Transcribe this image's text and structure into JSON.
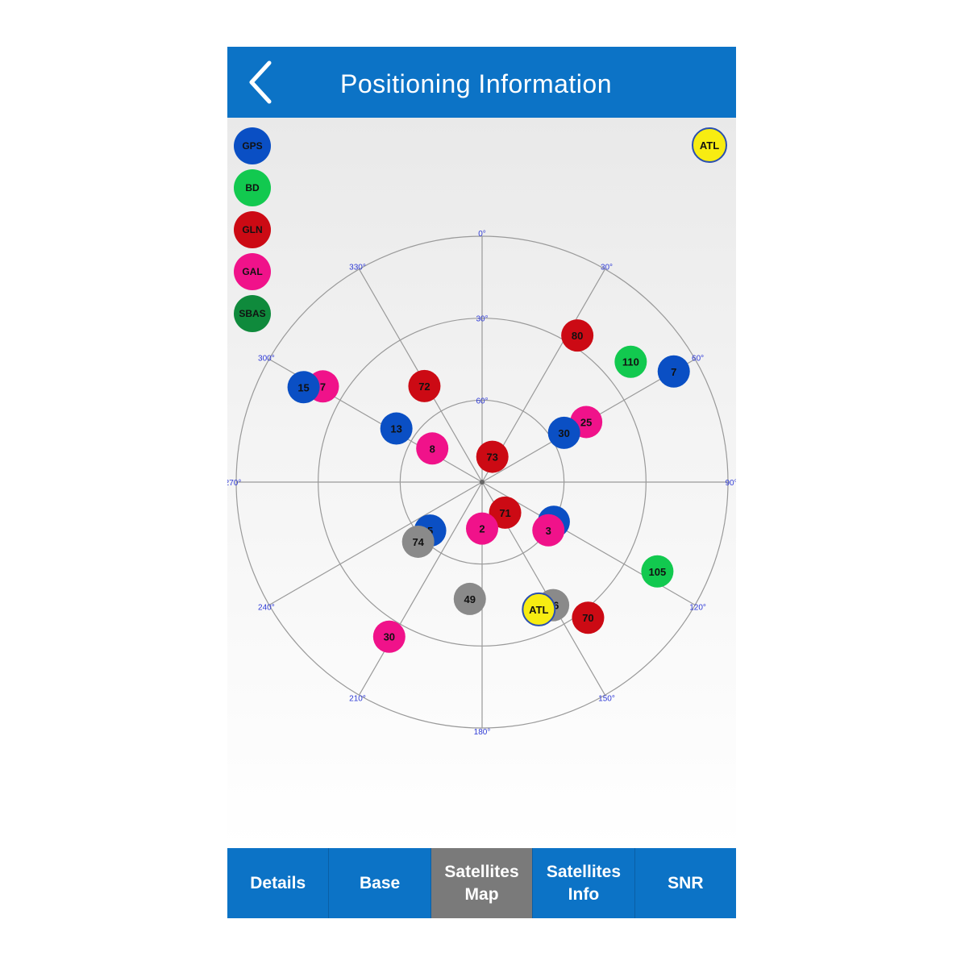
{
  "header": {
    "title": "Positioning Information",
    "back_icon": "chevron-left-icon"
  },
  "legend": [
    {
      "label": "GPS",
      "color": "#0a4fc4"
    },
    {
      "label": "BD",
      "color": "#12c94f"
    },
    {
      "label": "GLN",
      "color": "#cc0a14"
    },
    {
      "label": "GAL",
      "color": "#f0128a"
    },
    {
      "label": "SBAS",
      "color": "#0f8a3c"
    }
  ],
  "atl_badge": {
    "label": "ATL",
    "color": "#f7ec12"
  },
  "skyplot": {
    "azimuth_labels": [
      "0°",
      "30°",
      "60°",
      "90°",
      "120°",
      "150°",
      "180°",
      "210°",
      "240°",
      "270°",
      "300°",
      "330°"
    ],
    "elevation_labels": [
      "30°",
      "60°"
    ],
    "satellites": [
      {
        "id": "80",
        "system": "GLN",
        "az": 33,
        "el": 26
      },
      {
        "id": "110",
        "system": "BD",
        "az": 51,
        "el": 20
      },
      {
        "id": "7",
        "system": "GPS",
        "az": 60,
        "el": 9
      },
      {
        "id": "25",
        "system": "GAL",
        "az": 60,
        "el": 46
      },
      {
        "id": "30",
        "system": "GPS",
        "az": 59,
        "el": 55
      },
      {
        "id": "73",
        "system": "GLN",
        "az": 22,
        "el": 80
      },
      {
        "id": "72",
        "system": "GLN",
        "az": 329,
        "el": 49
      },
      {
        "id": "7",
        "system": "GAL",
        "az": 301,
        "el": 22
      },
      {
        "id": "15",
        "system": "GPS",
        "az": 298,
        "el": 16
      },
      {
        "id": "13",
        "system": "GPS",
        "az": 302,
        "el": 53
      },
      {
        "id": "8",
        "system": "GAL",
        "az": 304,
        "el": 68
      },
      {
        "id": "71",
        "system": "GLN",
        "az": 143,
        "el": 76
      },
      {
        "id": "5",
        "system": "GPS",
        "az": 119,
        "el": 60
      },
      {
        "id": "3",
        "system": "GAL",
        "az": 126,
        "el": 60
      },
      {
        "id": "2",
        "system": "GAL",
        "az": 180,
        "el": 73
      },
      {
        "id": "5",
        "system": "GPS",
        "az": 227,
        "el": 64
      },
      {
        "id": "74",
        "system": "SBAS_GRAY",
        "az": 227,
        "el": 58
      },
      {
        "id": "105",
        "system": "BD",
        "az": 117,
        "el": 18
      },
      {
        "id": "49",
        "system": "SBAS_GRAY",
        "az": 186,
        "el": 47
      },
      {
        "id": "36",
        "system": "SBAS_GRAY",
        "az": 150,
        "el": 38
      },
      {
        "id": "ATL",
        "system": "ATL",
        "az": 156,
        "el": 39
      },
      {
        "id": "70",
        "system": "GLN",
        "az": 142,
        "el": 27
      },
      {
        "id": "30",
        "system": "GAL",
        "az": 211,
        "el": 24
      }
    ],
    "colors": {
      "GPS": "#0a4fc4",
      "BD": "#12c94f",
      "GLN": "#cc0a14",
      "GAL": "#f0128a",
      "SBAS": "#0f8a3c",
      "SBAS_GRAY": "#8a8a8a",
      "ATL": "#f7ec12"
    }
  },
  "tabs": [
    {
      "label": "Details",
      "active": false
    },
    {
      "label": "Base",
      "active": false
    },
    {
      "label": "Satellites\nMap",
      "active": true
    },
    {
      "label": "Satellites\nInfo",
      "active": false
    },
    {
      "label": "SNR",
      "active": false
    }
  ]
}
